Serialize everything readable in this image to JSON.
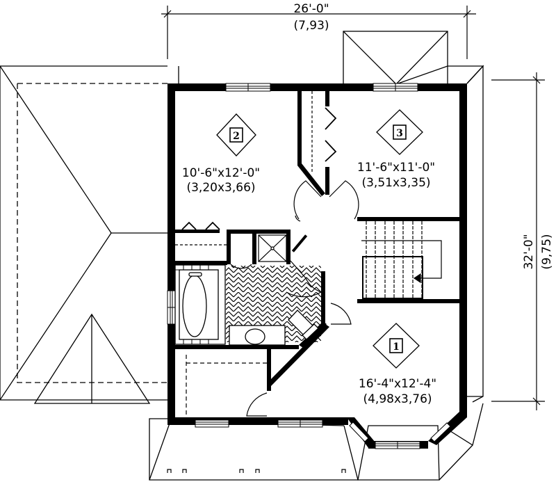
{
  "dimensions": {
    "width": {
      "imperial": "26'-0\"",
      "metric": "(7,93)"
    },
    "depth": {
      "imperial": "32'-0\"",
      "metric": "(9,75)"
    }
  },
  "rooms": [
    {
      "number": "2",
      "size_imperial": "10'-6\"x12'-0\"",
      "size_metric": "(3,20x3,66)"
    },
    {
      "number": "3",
      "size_imperial": "11'-6\"x11'-0\"",
      "size_metric": "(3,51x3,35)"
    },
    {
      "number": "1",
      "size_imperial": "16'-4\"x12'-4\"",
      "size_metric": "(4,98x3,76)"
    }
  ],
  "colors": {
    "line": "#000000",
    "background": "#ffffff"
  }
}
